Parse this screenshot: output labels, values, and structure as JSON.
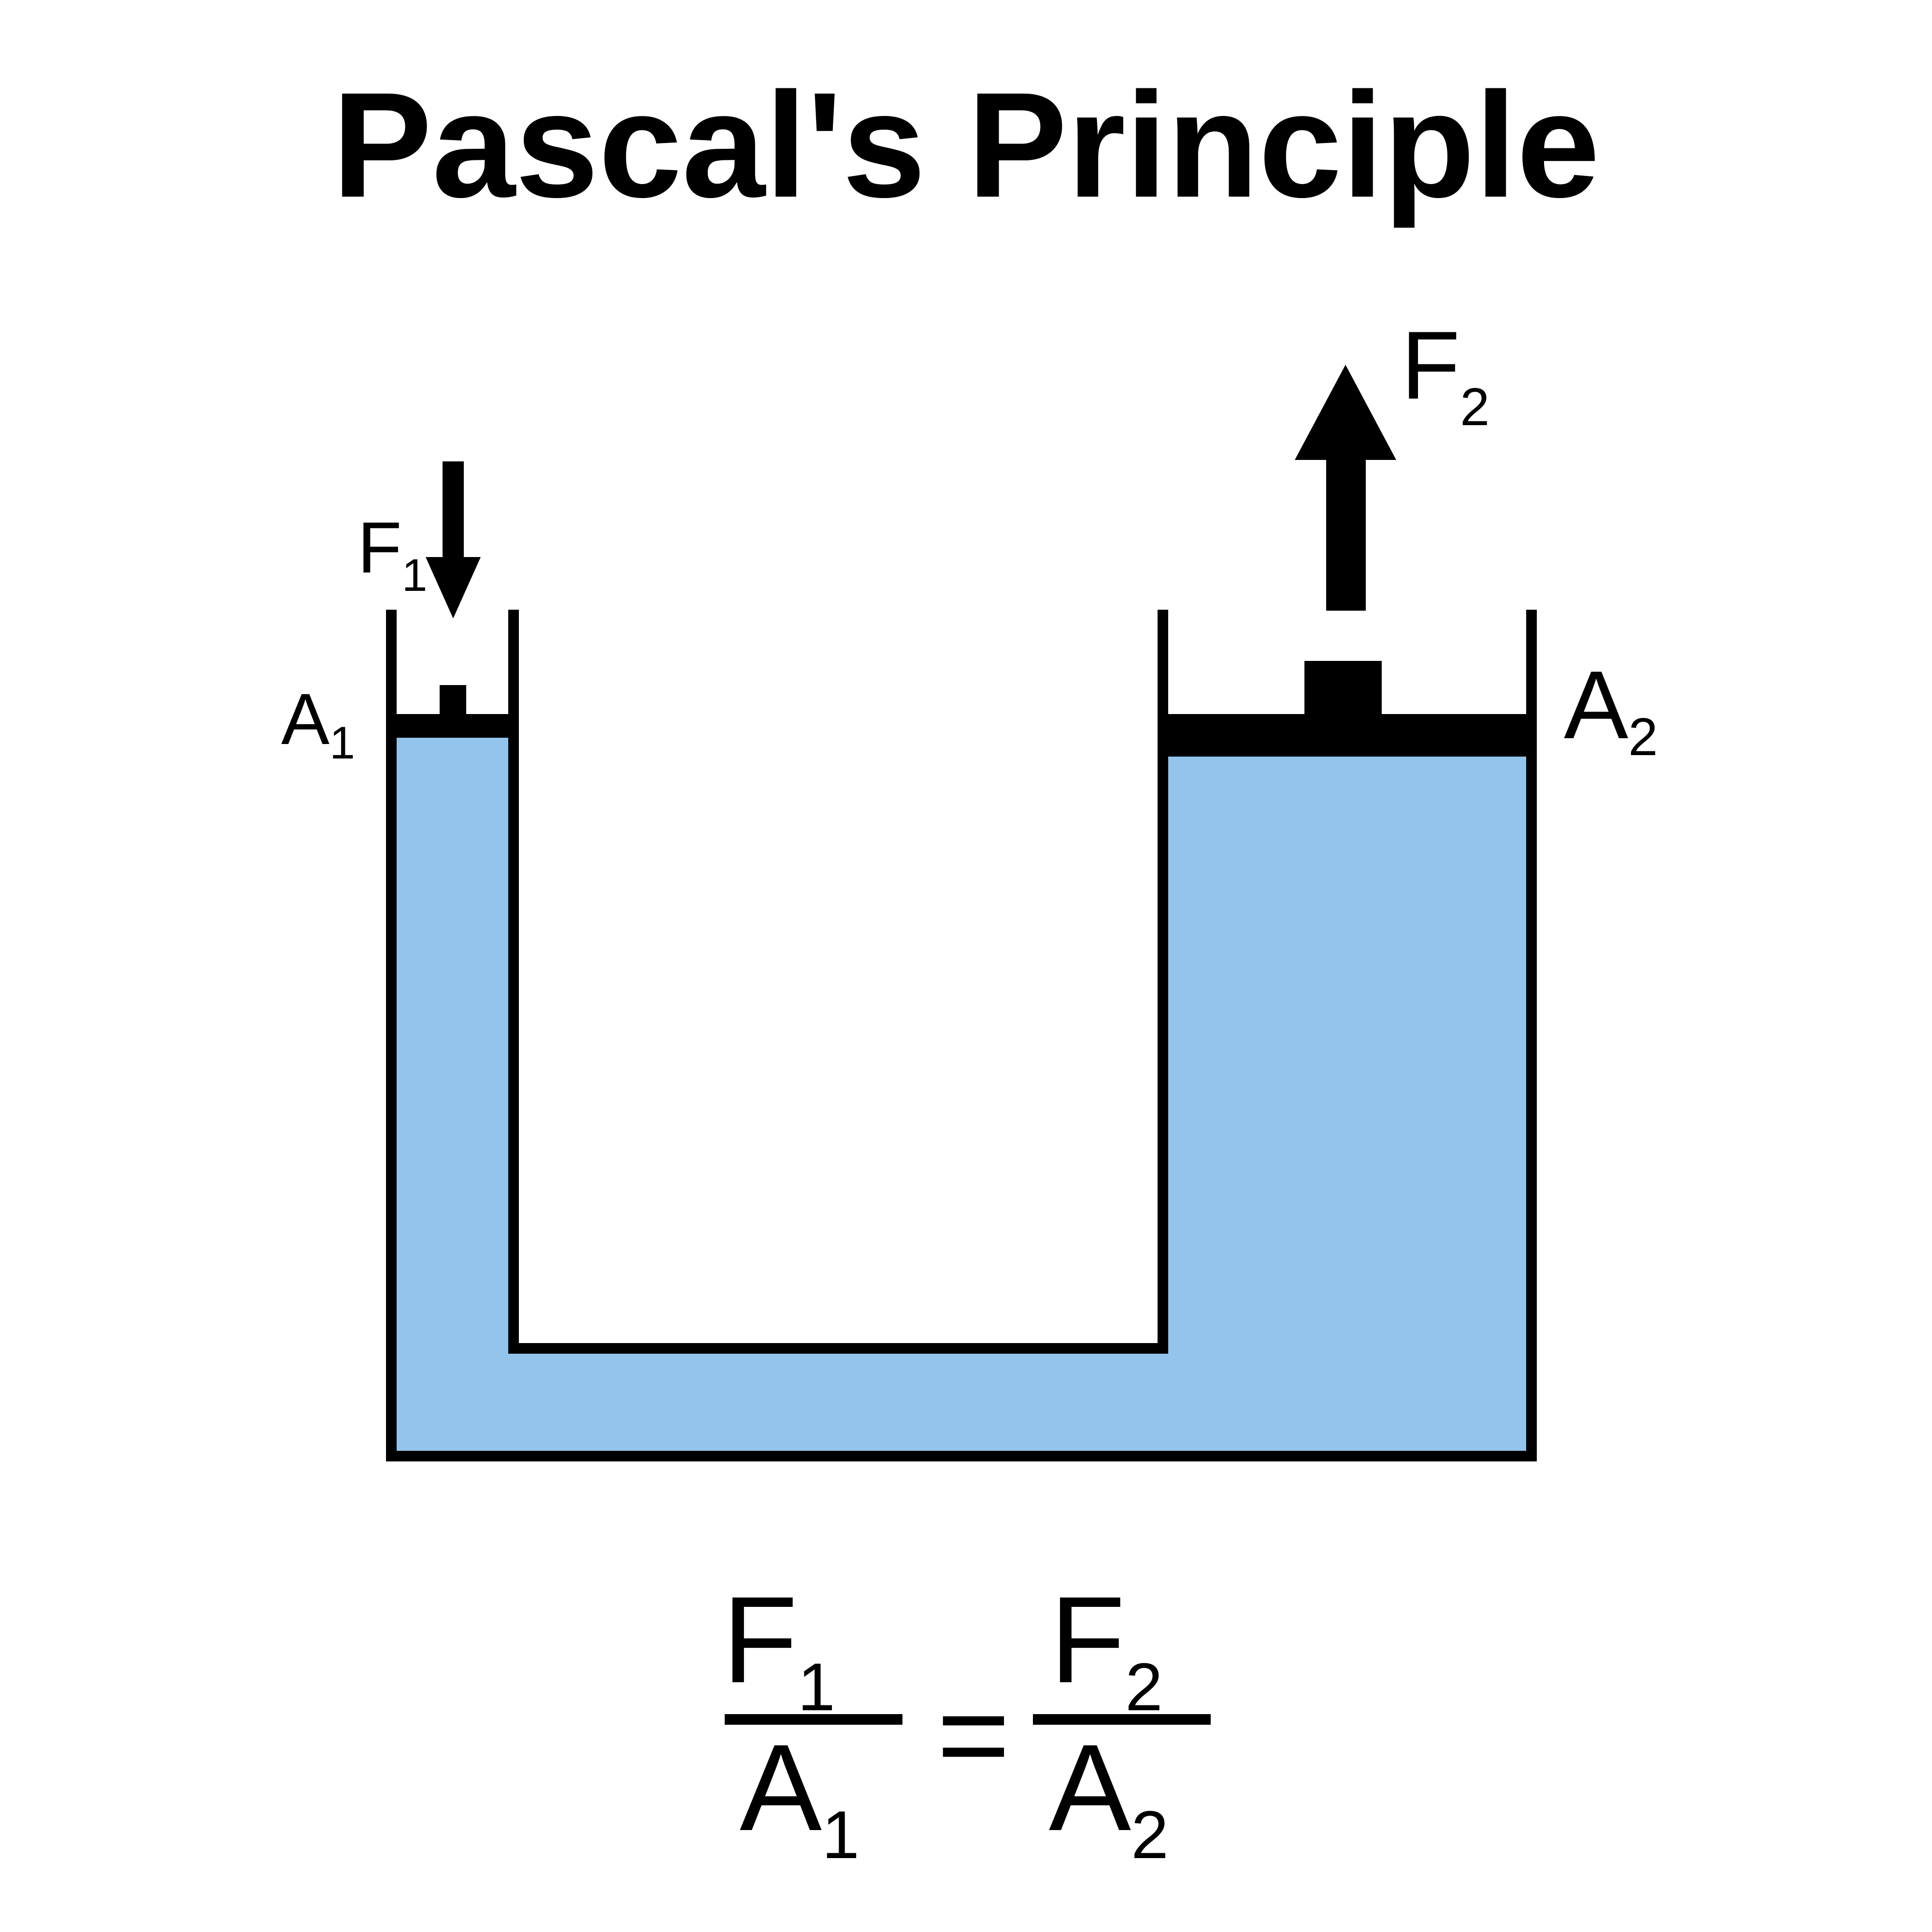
{
  "title": "Pascal's Principle",
  "colors": {
    "fluid": "#93c4ec",
    "stroke": "#000000",
    "background": "#ffffff"
  },
  "labels": {
    "force_left": {
      "main": "F",
      "sub": "1"
    },
    "force_right": {
      "main": "F",
      "sub": "2"
    },
    "area_left": {
      "main": "A",
      "sub": "1"
    },
    "area_right": {
      "main": "A",
      "sub": "2"
    }
  },
  "formula": {
    "left_numerator": {
      "main": "F",
      "sub": "1"
    },
    "left_denominator": {
      "main": "A",
      "sub": "1"
    },
    "operator": "=",
    "right_numerator": {
      "main": "F",
      "sub": "2"
    },
    "right_denominator": {
      "main": "A",
      "sub": "2"
    }
  }
}
